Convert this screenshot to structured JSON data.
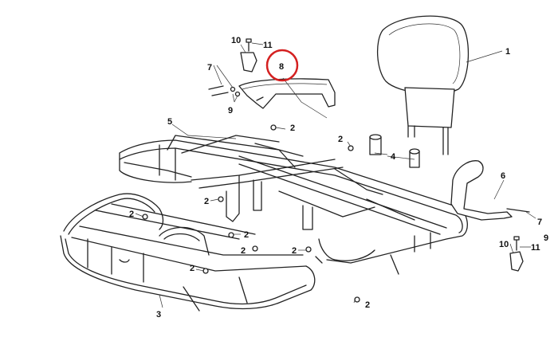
{
  "colors": {
    "line": "#222222",
    "highlight": "#d42020",
    "background": "#ffffff"
  },
  "callouts": [
    {
      "id": "c1",
      "text": "1"
    },
    {
      "id": "c2a",
      "text": "2"
    },
    {
      "id": "c2b",
      "text": "2"
    },
    {
      "id": "c2c",
      "text": "2"
    },
    {
      "id": "c2d",
      "text": "2"
    },
    {
      "id": "c2e",
      "text": "2"
    },
    {
      "id": "c2f",
      "text": "2"
    },
    {
      "id": "c2g",
      "text": "2"
    },
    {
      "id": "c2h",
      "text": "2"
    },
    {
      "id": "c2i",
      "text": "2"
    },
    {
      "id": "c3",
      "text": "3"
    },
    {
      "id": "c4",
      "text": "4"
    },
    {
      "id": "c5",
      "text": "5"
    },
    {
      "id": "c6",
      "text": "6"
    },
    {
      "id": "c7a",
      "text": "7"
    },
    {
      "id": "c7b",
      "text": "7"
    },
    {
      "id": "c8",
      "text": "8"
    },
    {
      "id": "c9a",
      "text": "9"
    },
    {
      "id": "c9b",
      "text": "9"
    },
    {
      "id": "c10a",
      "text": "10"
    },
    {
      "id": "c10b",
      "text": "10"
    },
    {
      "id": "c11a",
      "text": "11"
    },
    {
      "id": "c11b",
      "text": "11"
    }
  ],
  "highlighted_part": "8"
}
